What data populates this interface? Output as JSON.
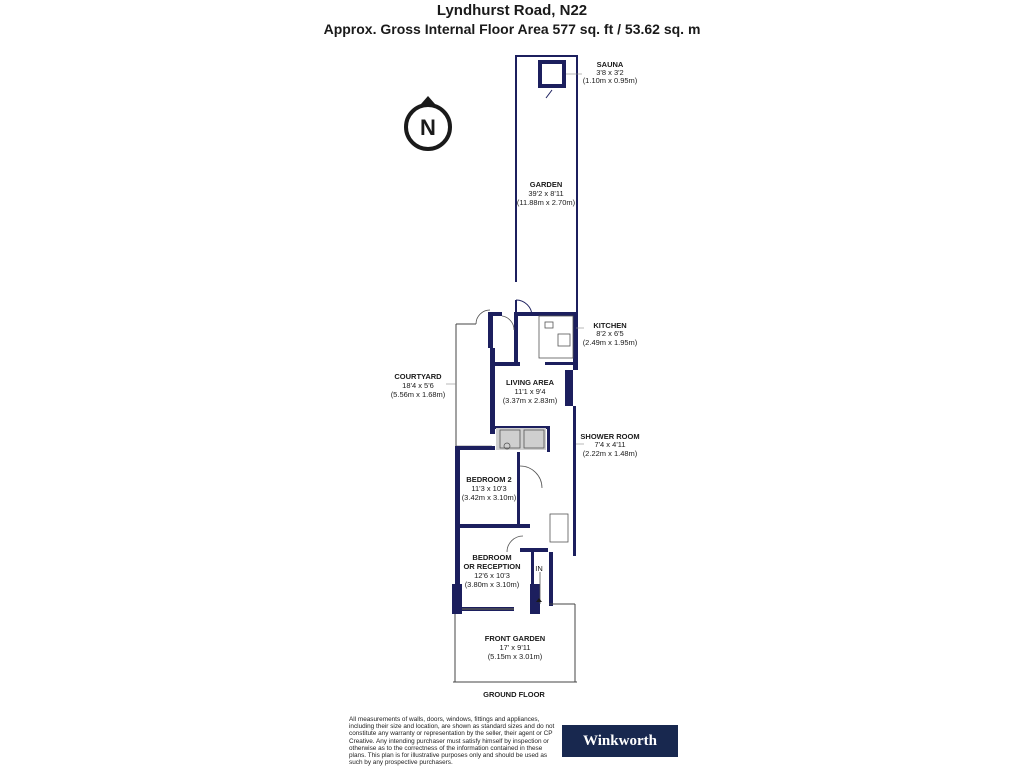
{
  "header": {
    "title": "Lyndhurst Road, N22",
    "subtitle": "Approx. Gross Internal Floor Area 577 sq. ft / 53.62 sq. m"
  },
  "compass": {
    "letter": "N"
  },
  "rooms": {
    "sauna": {
      "name": "SAUNA",
      "imperial": "3'8 x 3'2",
      "metric": "(1.10m x 0.95m)"
    },
    "garden": {
      "name": "GARDEN",
      "imperial": "39'2 x 8'11",
      "metric": "(11.88m x 2.70m)"
    },
    "kitchen": {
      "name": "KITCHEN",
      "imperial": "8'2 x 6'5",
      "metric": "(2.49m x 1.95m)"
    },
    "courtyard": {
      "name": "COURTYARD",
      "imperial": "18'4 x 5'6",
      "metric": "(5.56m x 1.68m)"
    },
    "living": {
      "name": "LIVING AREA",
      "imperial": "11'1 x 9'4",
      "metric": "(3.37m x 2.83m)"
    },
    "shower": {
      "name": "SHOWER ROOM",
      "imperial": "7'4 x 4'11",
      "metric": "(2.22m x 1.48m)"
    },
    "bedroom2": {
      "name": "BEDROOM 2",
      "imperial": "11'3 x 10'3",
      "metric": "(3.42m x 3.10m)"
    },
    "reception": {
      "name1": "BEDROOM",
      "name2": "OR RECEPTION",
      "imperial": "12'6 x 10'3",
      "metric": "(3.80m x 3.10m)"
    },
    "front_garden": {
      "name": "FRONT GARDEN",
      "imperial": "17' x 9'11",
      "metric": "(5.15m x 3.01m)"
    }
  },
  "entrance_label": "IN",
  "floor_label": "GROUND FLOOR",
  "disclaimer": "All measurements of walls, doors, windows, fittings and appliances, including their size and location, are shown as standard sizes and do not constitute any warranty or representation by the seller, their agent or CP Creative. Any intending purchaser must satisfy himself by inspection or otherwise as to the correctness of the information contained in these plans. This plan is for illustrative purposes only and should be used as such by any prospective purchasers.",
  "brand": {
    "name": "Winkworth",
    "color": "#18284f"
  },
  "colors": {
    "wall": "#1c1f5e",
    "wet_room": "#cfcfcf"
  }
}
